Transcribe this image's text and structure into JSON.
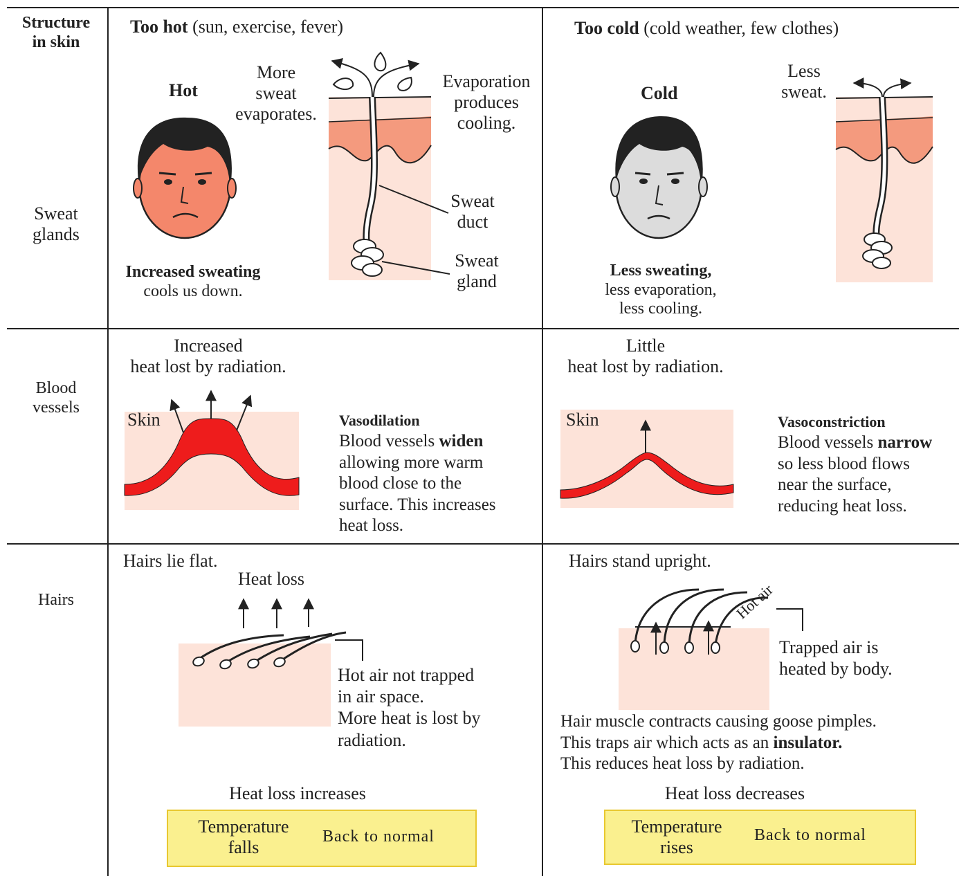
{
  "header": {
    "structure_label": "Structure\nin skin",
    "too_hot_bold": "Too hot",
    "too_hot_rest": " (sun, exercise, fever)",
    "too_cold_bold": "Too cold",
    "too_cold_rest": " (cold weather, few clothes)"
  },
  "rows": {
    "sweat": "Sweat\nglands",
    "blood": "Blood\nvessels",
    "hairs": "Hairs"
  },
  "sweat_hot": {
    "face_label": "Hot",
    "more_sweat": "More\nsweat\nevaporates.",
    "evaporation": "Evaporation\nproduces\ncooling.",
    "duct": "Sweat\nduct",
    "gland": "Sweat\ngland",
    "caption_bold": "Increased sweating",
    "caption_rest": "cools us down.",
    "face_color": "#f4876b"
  },
  "sweat_cold": {
    "face_label": "Cold",
    "less_sweat": "Less\nsweat.",
    "caption_bold": "Less sweating,",
    "caption_rest": "less evaporation,\nless cooling.",
    "face_color": "#dcdcdc"
  },
  "blood_hot": {
    "top_text": "Increased\nheat lost by radiation.",
    "skin_label": "Skin",
    "title": "Vasodilation",
    "desc_a": "Blood vessels ",
    "desc_bold": "widen",
    "desc_b": "allowing more warm\nblood close to the\nsurface. This increases\nheat loss."
  },
  "blood_cold": {
    "top_text": "Little\nheat lost by radiation.",
    "skin_label": "Skin",
    "title": "Vasoconstriction",
    "desc_a": "Blood vessels ",
    "desc_bold": "narrow",
    "desc_b": "so less blood flows\nnear the surface,\nreducing heat loss."
  },
  "hairs_hot": {
    "lie_flat": "Hairs lie flat.",
    "heat_loss": "Heat loss",
    "desc": "Hot air not trapped\nin air space.\nMore heat is lost by\nradiation.",
    "summary": "Heat loss increases",
    "temp": "Temperature\nfalls",
    "back": "Back to normal"
  },
  "hairs_cold": {
    "upright": "Hairs stand upright.",
    "hot_air": "Hot air",
    "trapped": "Trapped air is\nheated by body.",
    "desc_1": "Hair muscle contracts causing goose pimples.",
    "desc_2a": "This traps air which acts as an ",
    "desc_2b": "insulator.",
    "desc_3": "This reduces heat loss by radiation.",
    "summary": "Heat loss decreases",
    "temp": "Temperature\nrises",
    "back": "Back to normal"
  },
  "colors": {
    "skin_pink": "#fde3d9",
    "dermis": "#f49a7e",
    "blood": "#ee1c1c",
    "box_fill": "#faf08f",
    "box_border": "#e8c830"
  }
}
